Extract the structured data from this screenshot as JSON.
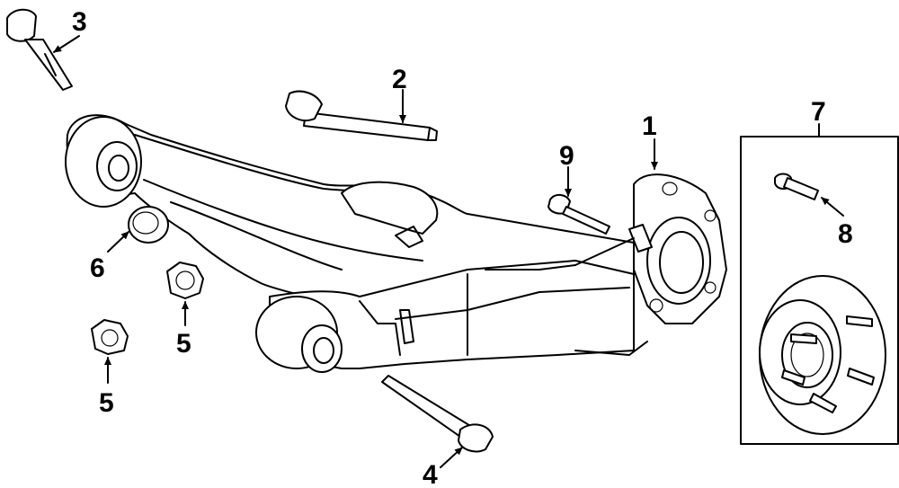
{
  "callouts": {
    "c1": "1",
    "c2": "2",
    "c3": "3",
    "c4": "4",
    "c5a": "5",
    "c5b": "5",
    "c6": "6",
    "c7": "7",
    "c8": "8",
    "c9": "9"
  },
  "colors": {
    "line": "#000000",
    "background": "#ffffff"
  }
}
